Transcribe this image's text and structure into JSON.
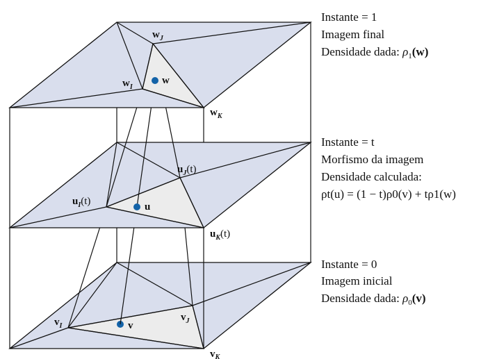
{
  "colors": {
    "plane_fill": "#d9deed",
    "triangle_fill": "#ececec",
    "point": "#1463a8",
    "line": "#111111"
  },
  "top_level": {
    "caption_line1": "Instante = 1",
    "caption_line2": "Imagem final",
    "caption_line3_text": "Densidade dada: ",
    "caption_line3_rho": "ρ",
    "caption_line3_sub": "1",
    "caption_line3_arg": "(w)",
    "vertex_J": "w",
    "vertex_J_sub": "J",
    "vertex_I": "w",
    "vertex_I_sub": "I",
    "vertex_K": "w",
    "vertex_K_sub": "K",
    "point_label": "w"
  },
  "middle_level": {
    "caption_line1": "Instante = t",
    "caption_line2": "Morfismo da imagem",
    "caption_line3": "Densidade calculada:",
    "formula": "ρt(u) = (1 − t)ρ0(v) + tρ1(w)",
    "vertex_J": "u",
    "vertex_J_sub": "J",
    "vertex_J_arg": "(t)",
    "vertex_I": "u",
    "vertex_I_sub": "I",
    "vertex_I_arg": "(t)",
    "vertex_K": "u",
    "vertex_K_sub": "K",
    "vertex_K_arg": "(t)",
    "point_label": "u"
  },
  "bottom_level": {
    "caption_line1": "Instante = 0",
    "caption_line2": "Imagem inicial",
    "caption_line3_text": "Densidade dada: ",
    "caption_line3_rho": "ρ",
    "caption_line3_sub": "0",
    "caption_line3_arg": "(v)",
    "vertex_J": "v",
    "vertex_J_sub": "J",
    "vertex_I": "v",
    "vertex_I_sub": "I",
    "vertex_K": "v",
    "vertex_K_sub": "K",
    "point_label": "v"
  }
}
